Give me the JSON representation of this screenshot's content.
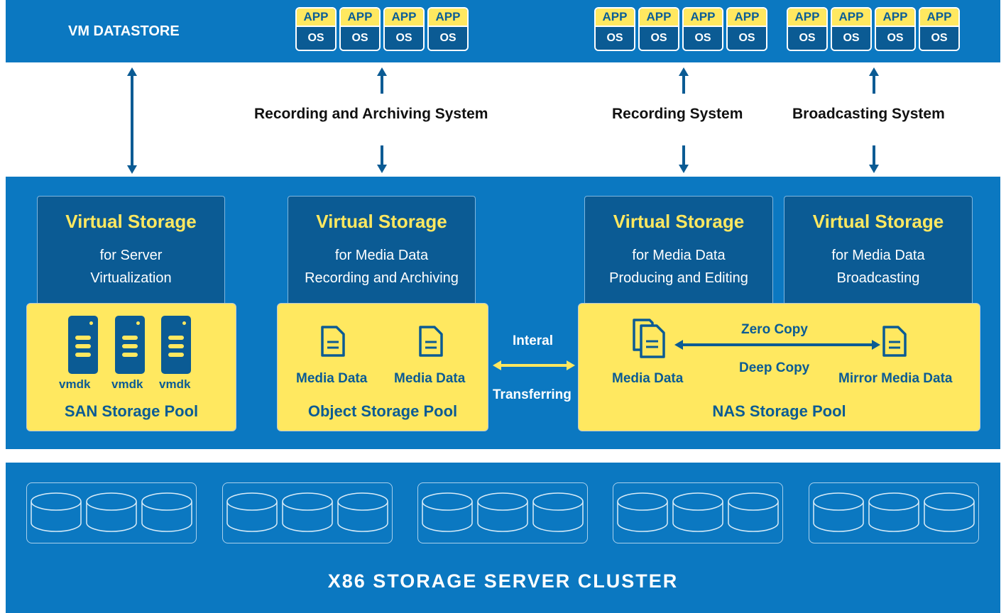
{
  "vm_datastore": "VM DATASTORE",
  "vm": {
    "app": "APP",
    "os": "OS"
  },
  "systems": {
    "recording_archiving": "Recording and Archiving System",
    "recording": "Recording System",
    "broadcasting": "Broadcasting System"
  },
  "virtual_storage": [
    {
      "title": "Virtual Storage",
      "line1": "for Server",
      "line2": "Virtualization"
    },
    {
      "title": "Virtual Storage",
      "line1": "for Media Data",
      "line2": "Recording and Archiving"
    },
    {
      "title": "Virtual Storage",
      "line1": "for Media Data",
      "line2": "Producing and Editing"
    },
    {
      "title": "Virtual Storage",
      "line1": "for Media Data",
      "line2": "Broadcasting"
    }
  ],
  "san_pool": {
    "name": "SAN Storage Pool",
    "vmdk": "vmdk"
  },
  "object_pool": {
    "name": "Object Storage Pool",
    "media": "Media Data"
  },
  "transfer": {
    "top": "Interal",
    "bottom": "Transferring"
  },
  "nas_pool": {
    "name": "NAS Storage Pool",
    "media": "Media Data",
    "mirror": "Mirror Media Data",
    "zero_copy": "Zero Copy",
    "deep_copy": "Deep Copy"
  },
  "cluster": "X86 STORAGE SERVER CLUSTER",
  "colors": {
    "blue_band": "#0b78c1",
    "dark_blue": "#0b5b94",
    "yellow": "#ffe860"
  },
  "icons": [
    "double-arrow-icon",
    "server-icon",
    "document-icon",
    "documents-icon",
    "disk-icon"
  ]
}
